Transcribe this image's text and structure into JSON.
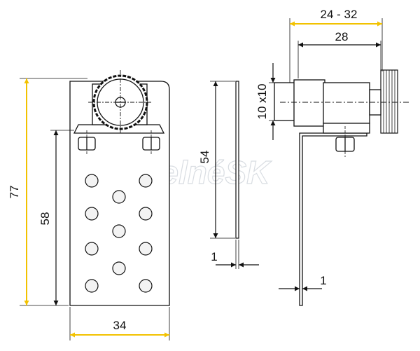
{
  "dimensions": {
    "height_total": "77",
    "height_inner": "58",
    "width_bottom": "34",
    "plate_height": "54",
    "plate_thickness": "1",
    "clamp_range": "24 - 32",
    "clamp_length": "28",
    "bolt_size": "10 x10",
    "bracket_thickness": "1"
  },
  "watermark": "KüpelnéSK",
  "colors": {
    "yellow_dimension": "#f2c200",
    "line": "#111111",
    "part_fill": "#ffffff",
    "hole_fill": "#f3f3f3"
  }
}
